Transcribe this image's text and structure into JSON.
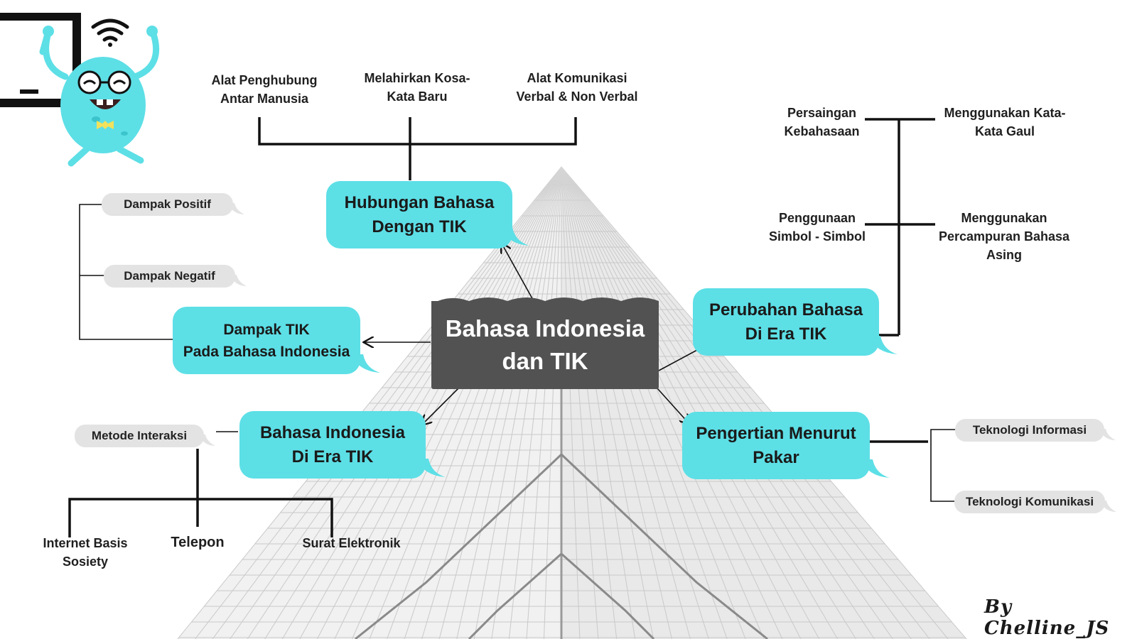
{
  "colors": {
    "accent": "#5ddfe6",
    "center": "#525252",
    "pill": "#e3e3e3",
    "text": "#1a1a1a"
  },
  "center": {
    "line1": "Bahasa Indonesia",
    "line2": "dan TIK"
  },
  "hubungan": {
    "title1": "Hubungan Bahasa",
    "title2": "Dengan TIK",
    "items": [
      {
        "l1": "Alat Penghubung",
        "l2": "Antar Manusia"
      },
      {
        "l1": "Melahirkan Kosa-",
        "l2": "Kata Baru"
      },
      {
        "l1": "Alat Komunikasi",
        "l2": "Verbal & Non Verbal"
      }
    ]
  },
  "dampak": {
    "title1": "Dampak TIK",
    "title2": "Pada Bahasa Indonesia",
    "items": [
      "Dampak  Positif",
      "Dampak  Negatif"
    ]
  },
  "perubahan": {
    "title1": "Perubahan Bahasa",
    "title2": "Di Era TIK",
    "items": [
      {
        "l1": "Persaingan",
        "l2": "Kebahasaan"
      },
      {
        "l1": "Menggunakan Kata-",
        "l2": "Kata Gaul"
      },
      {
        "l1": "Penggunaan",
        "l2": "Simbol - Simbol"
      },
      {
        "l1": "Menggunakan",
        "l2": "Percampuran Bahasa",
        "l3": "Asing"
      }
    ]
  },
  "era": {
    "title1": "Bahasa Indonesia",
    "title2": "Di Era TIK",
    "method": "Metode Interaksi",
    "items": [
      {
        "l1": "Internet Basis",
        "l2": "Sosiety"
      },
      {
        "l1": "Telepon"
      },
      {
        "l1": "Surat Elektronik"
      }
    ]
  },
  "pengertian": {
    "title1": "Pengertian Menurut",
    "title2": "Pakar",
    "items": [
      "Teknologi Informasi",
      "Teknologi Komunikasi"
    ]
  },
  "signature": "By  Chelline_JS"
}
